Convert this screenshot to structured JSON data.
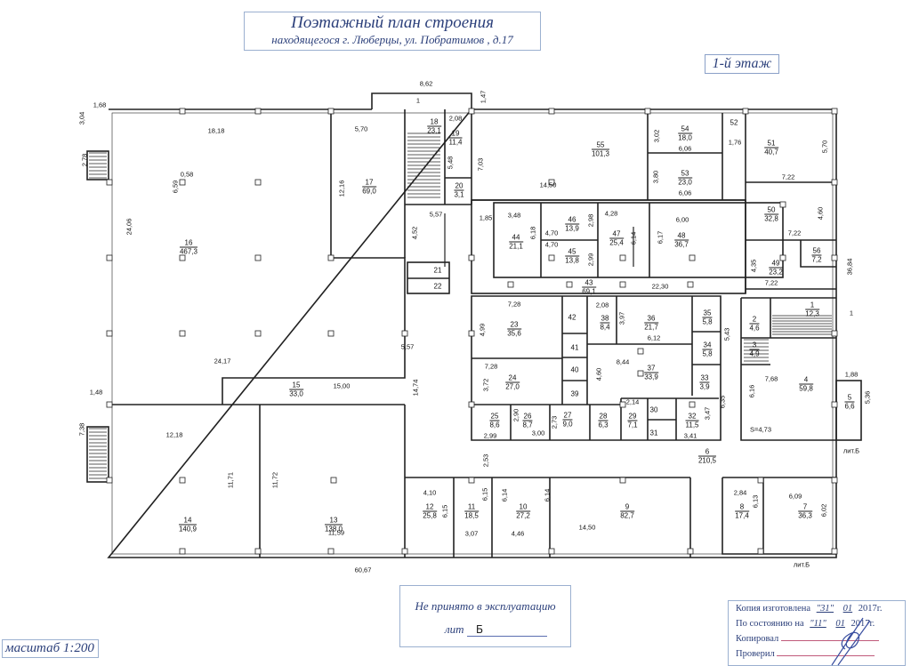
{
  "header": {
    "title": "Поэтажный план строения",
    "subtitle": "находящегося г. Люберцы, ул. Побратимов , д.17",
    "floor": "1-й этаж"
  },
  "status": {
    "line1": "Не принято в эксплуатацию",
    "lit_label": "лит",
    "lit_value": "Б"
  },
  "scale": "масштаб 1:200",
  "copy": {
    "made_label": "Копия изготовлена",
    "made_day": "\"31\"",
    "made_month": "01",
    "made_year": "2017г.",
    "state_label": "По состоянию на",
    "state_day": "\"11\"",
    "state_month": "01",
    "state_year": "2017г.",
    "copied_label": "Копировал",
    "checked_label": "Проверил"
  },
  "rooms": [
    {
      "num": "16",
      "area": "467,3"
    },
    {
      "num": "17",
      "area": "69,0"
    },
    {
      "num": "18",
      "area": "23,1"
    },
    {
      "num": "19",
      "area": "11,4"
    },
    {
      "num": "20",
      "area": "3,1"
    },
    {
      "num": "21",
      "area": ""
    },
    {
      "num": "22",
      "area": ""
    },
    {
      "num": "55",
      "area": "101,3"
    },
    {
      "num": "54",
      "area": "18,0"
    },
    {
      "num": "53",
      "area": "23,0"
    },
    {
      "num": "52",
      "area": ""
    },
    {
      "num": "51",
      "area": "40,7"
    },
    {
      "num": "50",
      "area": "32,8"
    },
    {
      "num": "56",
      "area": "7,2"
    },
    {
      "num": "49",
      "area": "23,2"
    },
    {
      "num": "44",
      "area": "21,1"
    },
    {
      "num": "46",
      "area": "13,9"
    },
    {
      "num": "45",
      "area": "13,8"
    },
    {
      "num": "47",
      "area": "25,4"
    },
    {
      "num": "48",
      "area": "36,7"
    },
    {
      "num": "43",
      "area": "69,1"
    },
    {
      "num": "23",
      "area": "35,6"
    },
    {
      "num": "42",
      "area": ""
    },
    {
      "num": "38",
      "area": "8,4"
    },
    {
      "num": "36",
      "area": "21,7"
    },
    {
      "num": "35",
      "area": "5,8"
    },
    {
      "num": "34",
      "area": "5,8"
    },
    {
      "num": "41",
      "area": ""
    },
    {
      "num": "40",
      "area": ""
    },
    {
      "num": "39",
      "area": ""
    },
    {
      "num": "24",
      "area": "27,0"
    },
    {
      "num": "37",
      "area": "33,9"
    },
    {
      "num": "33",
      "area": "3,9"
    },
    {
      "num": "25",
      "area": "8,6"
    },
    {
      "num": "26",
      "area": "8,7"
    },
    {
      "num": "27",
      "area": "9,0"
    },
    {
      "num": "28",
      "area": "6,3"
    },
    {
      "num": "29",
      "area": "7,1"
    },
    {
      "num": "30",
      "area": ""
    },
    {
      "num": "31",
      "area": ""
    },
    {
      "num": "32",
      "area": "11,5"
    },
    {
      "num": "2",
      "area": "4,6"
    },
    {
      "num": "1",
      "area": "12,3"
    },
    {
      "num": "3",
      "area": "4,9"
    },
    {
      "num": "4",
      "area": "59,8"
    },
    {
      "num": "5",
      "area": "6,6"
    },
    {
      "num": "6",
      "area": "210,5"
    },
    {
      "num": "15",
      "area": "33,0"
    },
    {
      "num": "14",
      "area": "140,9"
    },
    {
      "num": "13",
      "area": "138,0"
    },
    {
      "num": "12",
      "area": "25,8"
    },
    {
      "num": "11",
      "area": "18,5"
    },
    {
      "num": "10",
      "area": "27,2"
    },
    {
      "num": "9",
      "area": "82,7"
    },
    {
      "num": "8",
      "area": "17,4"
    },
    {
      "num": "7",
      "area": "36,3"
    }
  ],
  "dims": [
    "8,62",
    "1,47",
    "1,68",
    "3,04",
    "2,78",
    "18,18",
    "5,70",
    "2,08",
    "5,48",
    "0,58",
    "6,59",
    "12,16",
    "7,03",
    "14,50",
    "3,02",
    "6,06",
    "1,76",
    "3,80",
    "6,06",
    "5,70",
    "7,22",
    "4,60",
    "7,22",
    "24,06",
    "5,57",
    "4,52",
    "1,85",
    "3,48",
    "6,18",
    "4,70",
    "2,98",
    "4,28",
    "6,14",
    "6,17",
    "6,00",
    "4,70",
    "2,99",
    "4,35",
    "7,22",
    "36,84",
    "22,30",
    "7,28",
    "2,08",
    "3,97",
    "6,12",
    "5,43",
    "4,99",
    "5,57",
    "24,17",
    "7,68",
    "6,16",
    "8,44",
    "7,28",
    "4,60",
    "3,72",
    "14,74",
    "15,00",
    "6,35",
    "3,47",
    "1,88",
    "5,36",
    "1,48",
    "7,38",
    "2,14",
    "2,90",
    "2,73",
    "2,99",
    "3,00",
    "3,41",
    "S=4,73",
    "12,18",
    "11,71",
    "11,72",
    "2,53",
    "4,10",
    "6,15",
    "6,15",
    "6,14",
    "6,14",
    "2,84",
    "6,13",
    "6,09",
    "6,02",
    "11,59",
    "3,07",
    "4,46",
    "14,50",
    "60,67",
    "лит.Б",
    "лит.Б",
    "1",
    "1"
  ]
}
